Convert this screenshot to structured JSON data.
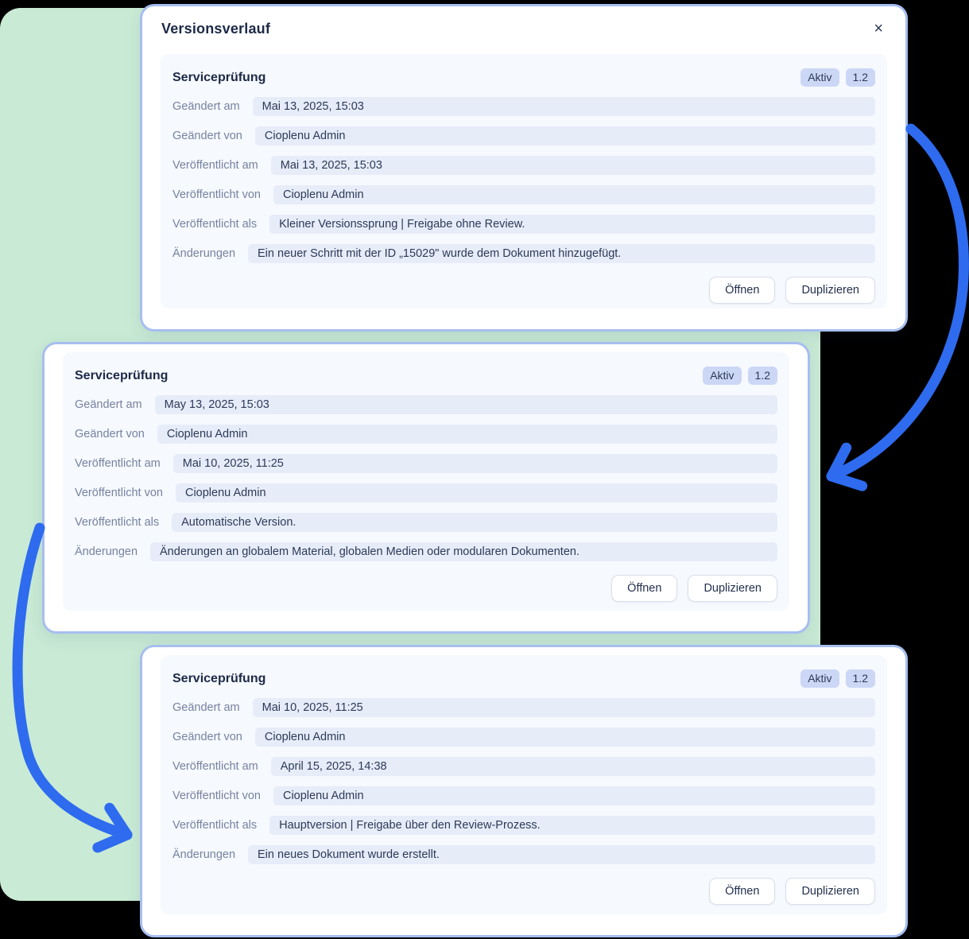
{
  "modal": {
    "title": "Versionsverlauf",
    "close_icon": "×"
  },
  "colors": {
    "background": "#000000",
    "green_panel": "#c9ebd5",
    "card_border": "#a7bef0",
    "panel_bg": "#f6f9fe",
    "field_bg": "#e7ecf9",
    "badge_bg": "#ccd7f6",
    "text_dark": "#1c2947",
    "text_label": "#76829f",
    "arrow_blue": "#2e6bef"
  },
  "cards": [
    {
      "title": "Serviceprüfung",
      "status_badge": "Aktiv",
      "version_badge": "1.2",
      "fields": [
        {
          "label": "Geändert am",
          "value": "Mai 13, 2025, 15:03"
        },
        {
          "label": "Geändert von",
          "value": "Cioplenu Admin"
        },
        {
          "label": "Veröffentlicht am",
          "value": "Mai 13, 2025, 15:03"
        },
        {
          "label": "Veröffentlicht von",
          "value": "Cioplenu Admin"
        },
        {
          "label": "Veröffentlicht als",
          "value": "Kleiner Versionssprung | Freigabe ohne Review."
        },
        {
          "label": "Änderungen",
          "value": "Ein neuer Schritt mit der ID „15029\" wurde dem Dokument hinzugefügt."
        }
      ],
      "buttons": {
        "open": "Öffnen",
        "duplicate": "Duplizieren"
      }
    },
    {
      "title": "Serviceprüfung",
      "status_badge": "Aktiv",
      "version_badge": "1.2",
      "fields": [
        {
          "label": "Geändert am",
          "value": "May 13, 2025, 15:03"
        },
        {
          "label": "Geändert von",
          "value": "Cioplenu Admin"
        },
        {
          "label": "Veröffentlicht am",
          "value": "Mai 10, 2025, 11:25"
        },
        {
          "label": "Veröffentlicht von",
          "value": "Cioplenu Admin"
        },
        {
          "label": "Veröffentlicht als",
          "value": "Automatische Version."
        },
        {
          "label": "Änderungen",
          "value": "Änderungen an globalem Material, globalen Medien oder modularen Dokumenten."
        }
      ],
      "buttons": {
        "open": "Öffnen",
        "duplicate": "Duplizieren"
      }
    },
    {
      "title": "Serviceprüfung",
      "status_badge": "Aktiv",
      "version_badge": "1.2",
      "fields": [
        {
          "label": "Geändert am",
          "value": "Mai 10, 2025, 11:25"
        },
        {
          "label": "Geändert von",
          "value": "Cioplenu Admin"
        },
        {
          "label": "Veröffentlicht am",
          "value": "April 15, 2025, 14:38"
        },
        {
          "label": "Veröffentlicht von",
          "value": "Cioplenu Admin"
        },
        {
          "label": "Veröffentlicht als",
          "value": "Hauptversion | Freigabe über den Review-Prozess."
        },
        {
          "label": "Änderungen",
          "value": "Ein neues Dokument wurde erstellt."
        }
      ],
      "buttons": {
        "open": "Öffnen",
        "duplicate": "Duplizieren"
      }
    }
  ]
}
